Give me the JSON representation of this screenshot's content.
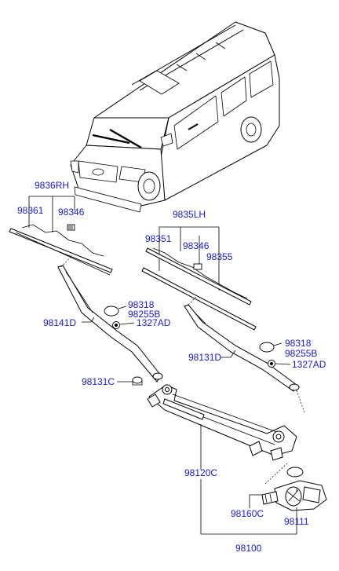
{
  "labels": {
    "rh_blade_assy": "9836RH",
    "rh_blade": "98361",
    "rh_insert": "98346",
    "lh_blade_assy": "9835LH",
    "lh_blade": "98351",
    "lh_insert": "98346",
    "lh_refill": "98355",
    "cap_a1": "98318",
    "cap_a2": "98255B",
    "nut_a": "1327AD",
    "rh_arm": "98141D",
    "lh_arm": "98131D",
    "cap_b1": "98318",
    "cap_b2": "98255B",
    "nut_b": "1327AD",
    "pivot_cap": "98131C",
    "linkage": "98120C",
    "crank": "98160C",
    "motor": "98111",
    "assy": "98100"
  }
}
